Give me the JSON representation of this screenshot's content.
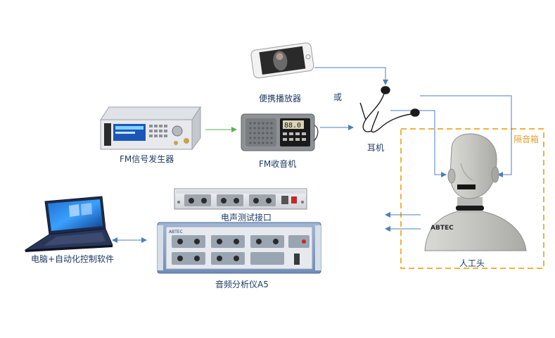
{
  "labels": {
    "player": "便携播放器",
    "or": "或",
    "generator": "FM信号发生器",
    "radio": "FM收音机",
    "earphone": "耳机",
    "enclosure": "隔音箱",
    "interface": "电声测试接口",
    "computer": "电脑+自动化控制软件",
    "analyzer": "音频分析仪A5",
    "head": "人工头"
  },
  "device_text": {
    "radio_display": "88.0",
    "head_brand": "ABTEC",
    "analyzer_brand": "ABTEC"
  },
  "colors": {
    "label": "#1c3a63",
    "enclosure_border": "#f0b23b",
    "arrow_blue": "#4d7fb8",
    "arrow_green": "#5fae55",
    "head_gray": "#c5c6c2"
  }
}
